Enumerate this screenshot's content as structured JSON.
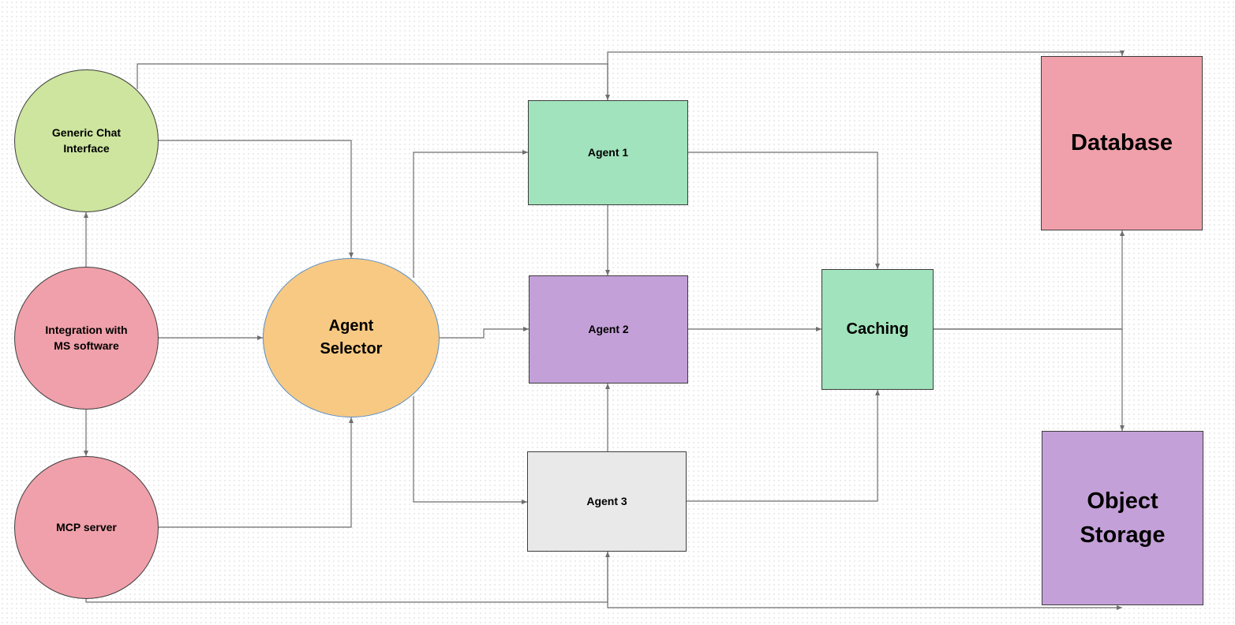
{
  "nodes": {
    "generic_chat": {
      "label": "Generic Chat\nInterface",
      "color": "#cde59e"
    },
    "ms_integration": {
      "label": "Integration with\nMS software",
      "color": "#f0a0aa"
    },
    "mcp_server": {
      "label": "MCP server",
      "color": "#f0a0aa"
    },
    "agent_selector": {
      "label": "Agent\nSelector",
      "color": "#f7c983"
    },
    "agent1": {
      "label": "Agent 1",
      "color": "#a1e3bc"
    },
    "agent2": {
      "label": "Agent 2",
      "color": "#c4a0d8"
    },
    "agent3": {
      "label": "Agent 3",
      "color": "#e9e9e9"
    },
    "caching": {
      "label": "Caching",
      "color": "#a1e3bc"
    },
    "database": {
      "label": "Database",
      "color": "#f0a0aa"
    },
    "object_storage": {
      "label": "Object\nStorage",
      "color": "#c4a0d8"
    }
  },
  "connections": [
    {
      "from": "generic_chat",
      "to": "agent_selector"
    },
    {
      "from": "generic_chat",
      "to": "agent1"
    },
    {
      "from": "ms_integration",
      "to": "generic_chat"
    },
    {
      "from": "ms_integration",
      "to": "agent_selector"
    },
    {
      "from": "ms_integration",
      "to": "mcp_server"
    },
    {
      "from": "mcp_server",
      "to": "agent_selector"
    },
    {
      "from": "mcp_server",
      "to": "agent3"
    },
    {
      "from": "agent_selector",
      "to": "agent1"
    },
    {
      "from": "agent_selector",
      "to": "agent2"
    },
    {
      "from": "agent_selector",
      "to": "agent3"
    },
    {
      "from": "agent1",
      "to": "agent2"
    },
    {
      "from": "agent3",
      "to": "agent2"
    },
    {
      "from": "agent1",
      "to": "caching"
    },
    {
      "from": "agent2",
      "to": "caching"
    },
    {
      "from": "agent3",
      "to": "caching"
    },
    {
      "from": "caching",
      "to": "database"
    },
    {
      "from": "caching",
      "to": "object_storage"
    },
    {
      "from": "agent1",
      "to": "database"
    },
    {
      "from": "agent3",
      "to": "object_storage"
    }
  ],
  "colors": {
    "connector": "#6e6e6e",
    "border": "#3d3d3d"
  }
}
